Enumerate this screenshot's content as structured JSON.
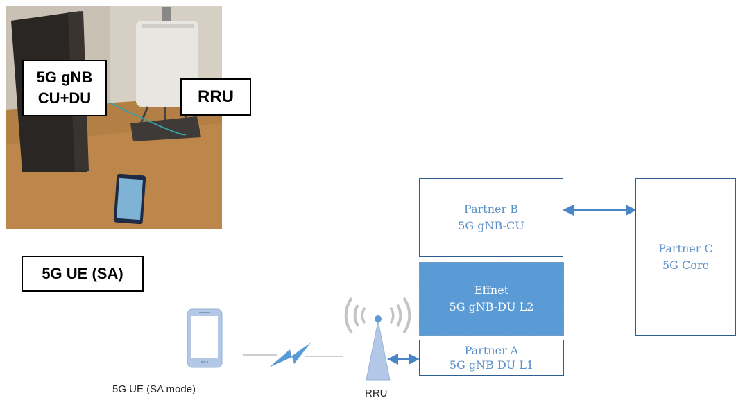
{
  "photo_labels": {
    "gnb_line1": "5G gNB",
    "gnb_line2": "CU+DU",
    "rru": "RRU",
    "ue": "5G UE (SA)"
  },
  "boxes": {
    "partner_b": {
      "line1": "Partner B",
      "line2": "5G gNB-CU"
    },
    "effnet": {
      "line1": "Effnet",
      "line2": "5G gNB-DU L2"
    },
    "partner_a": {
      "line1": "Partner A",
      "line2": "5G gNB DU L1"
    },
    "partner_c": {
      "line1": "Partner C",
      "line2": "5G Core"
    }
  },
  "captions": {
    "ue": "5G UE (SA mode)",
    "rru": "RRU"
  },
  "colors": {
    "box_border": "#2e5d8f",
    "box_text": "#5b8fc7",
    "effnet_fill": "#5b9bd5",
    "arrow": "#4a86c5"
  }
}
